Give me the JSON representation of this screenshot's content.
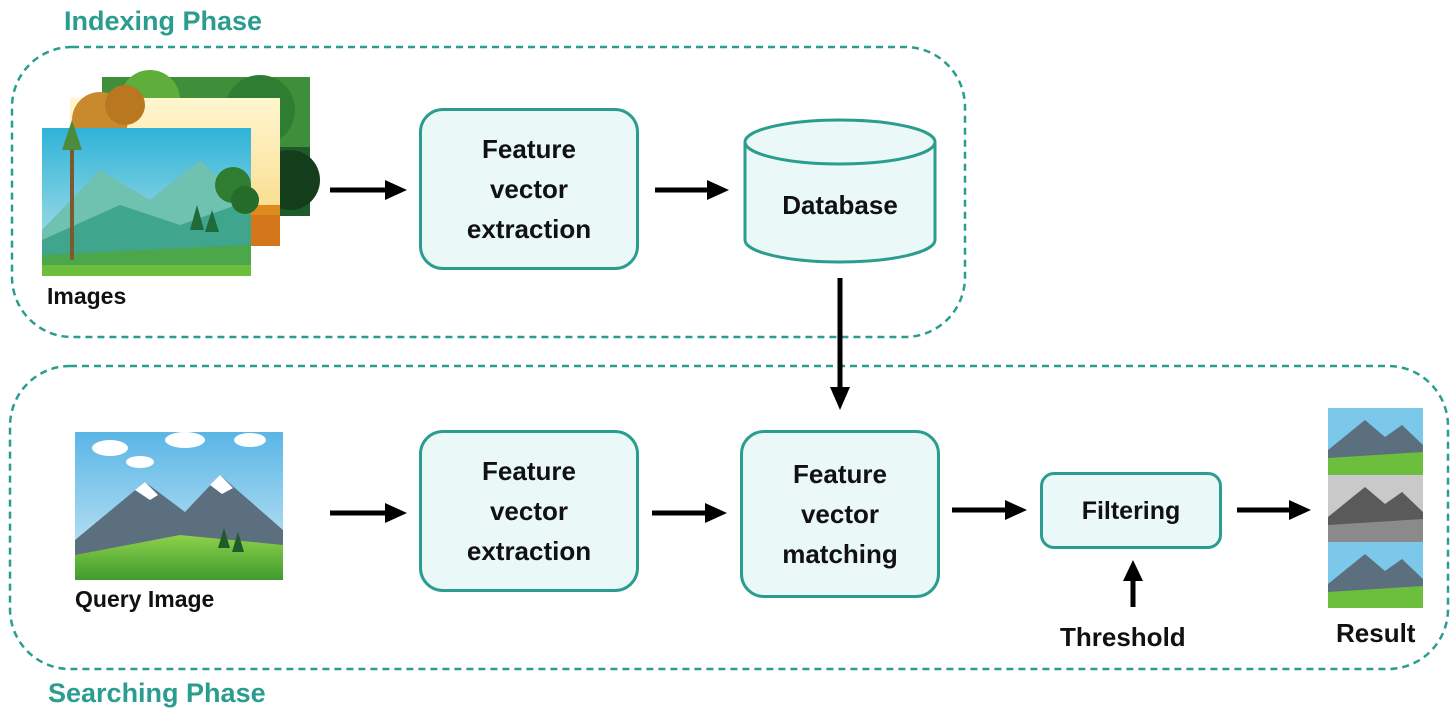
{
  "indexing": {
    "title": "Indexing Phase",
    "images_label": "Images",
    "extraction_label": "Feature\nvector\nextraction",
    "database_label": "Database"
  },
  "searching": {
    "title": "Searching Phase",
    "query_label": "Query Image",
    "extraction_label": "Feature\nvector\nextraction",
    "matching_label": "Feature\nvector\nmatching",
    "filtering_label": "Filtering",
    "threshold_label": "Threshold",
    "result_label": "Result"
  },
  "colors": {
    "accent": "#2a9d8f",
    "box_fill": "#eaf9f7",
    "arrow": "#000000"
  }
}
